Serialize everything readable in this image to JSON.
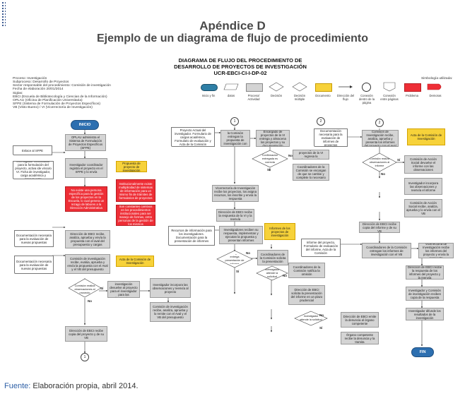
{
  "header": {
    "appendix": "Apéndice D",
    "subtitle": "Ejemplo de un diagrama de flujo de procedimiento"
  },
  "diagram": {
    "title_line1": "DIAGRAMA DE FLUJO DEL PROCEDIMIENTO DE",
    "title_line2": "DESARROLLO DE PROYECTOS DE INVESTIGACIÓN",
    "title_line3": "UCR-EBCI-CI-I-DP-02",
    "meta": {
      "l1": "Proceso: Investigación",
      "l2": "Subproceso: Desarrollo de Proyectos",
      "l3": "Sector responsable del procedimiento: Comisión de investigación",
      "l4": "Fecha de elaboración 20/01/2014",
      "l5": "Siglas:",
      "l6": "EBCI (Escuela de Bibliotecología y Ciencias de la Información)",
      "l7": "OPLAU (Oficina de Planificación Universitaria)",
      "l8": "SFPE (Sistema de Formulación de Proyectos Específicos)",
      "l9": "VB (Visto Bueno) / VI (Vicerrectoría de Investigación)"
    },
    "legend": {
      "title": "Simbología utilizada:",
      "i1": "Inicio y fin",
      "i2": "datos",
      "i3": "Proceso/ Actividad",
      "i4": "Decisión",
      "i5": "Decisión múltiple",
      "i6": "Documento",
      "i7": "Dirección del flujo",
      "i8": "Conexión dentro de la página",
      "i9": "Conexión entre páginas",
      "i10": "Problema",
      "i11": "Demoras"
    },
    "nodes": {
      "inicio": "INICIO",
      "fin": "FIN",
      "c1a": "1",
      "c1b": "1",
      "c2a": "2",
      "c2b": "2",
      "n1": "OPLAU administra el Sistema de Formulación de Proyectos Específicos (SFPE)",
      "d1": "Enlace al SFPE",
      "d2": "Investigador coordinador para la formulación del proyecto, activa ide vinculo VI. Ficha de investigador, carga académica y presupuesto",
      "n2": "Investigador coordinador registra el proyecto en el SFPE y lo envía",
      "y1": "Propuesta de proyecto de investigación",
      "r1": "No existe una persona específica para la gestión de los proyectos en la Escuela, lo cual genera un rezago de labores a la Dirección Administrativa",
      "r2": "Institucionalmente existe multiplicidad de sistemas de información para un mismo fin de trámites de formularios de proyectos",
      "r3": "Son constantes cambios en los procedimientos institucionales para ser manejo de formas, entre personas de la gestión de los mismos",
      "d3": "Documentación necesaria para la evaluación de nuevas propuestas",
      "n3": "Dirección de EBCI recibe, analiza, aprueba y envía la propuesta con el aval del presupuesto y cargas",
      "d4": "Documentación necesaria para la evaluación de nuevas propuestas",
      "n4": "Comisión de investigación recibe, evalúa, aprueba y envía la propuesta con el Aval y el VB del presupuesto",
      "y2": "Acta de la Comisión de Investigación",
      "dec1": "Comisión realiza observaciones al proyecto",
      "n5": "Comisión de investigación devuelve al proyecto para el investigador para las observaciones",
      "n6": "Investigador incorpora las observaciones y reenvía al proyecto",
      "n7": "Comisión de investigación recibe, analiza, aprueba y lo remite con el Aval y el VB del presupuesto",
      "n8": "Dirección de EBCI recibe copia del proyecto y de su VB",
      "d5": "Proyecto Actual del investigador. Formulario de cargas académica, Formulario de evaluación y Acta de la Comisión",
      "n9": "Coordinadores de la Comisión entregan la propuesta de investigación con el VB",
      "n10": "Encargado de proyectos de la VI entrega y almacena los proyectos y su documentación",
      "dec2": "Confirmación entregada es correcta",
      "n11": "Encargado de proyectos de la VI regresa la documentación",
      "n12": "Coordinadores de la Comisión se encargan de que se cambie y complete lo necesario",
      "n13": "Vicerrectoría de Investigación recibe los proyectos, los asigna recursos, los inscribe y envía la respuesta",
      "n14": "Dirección de EBCI recibe la respuesta de la VI y la reenvía",
      "d6": "Recursos de información para los investigadores. Documentación para la presentación de informes",
      "n15": "Investigadores reciben su respuesta, implementan y ejecutan la propuesta y presentan informes",
      "y3": "Informes de los proyectos de investigación",
      "dec3": "Investigador entrega presentación de informe",
      "n16": "Coordinadores de la Comisión solicita la presentación",
      "dec4": "Investigador atiende la solicitud",
      "n17": "Coordinadores de la Comisión notifica la omisión",
      "n18": "Dirección de EBCI solicita la presentación del informe en un plazo prudencial",
      "dec5": "Investigador atiende la solicitud",
      "n19": "Dirección de EBCI emite la denuncia al órgano competente",
      "n20": "Órgano competente recibe la denuncia y la tramita",
      "d7": "Documentación necesaria para la evaluación de informes de proyectos",
      "n21": "Comisión de Investigación recibe, analiza, aprueba y presenta los informes del proyecto con el Aval",
      "y4": "Acta de la Comisión de Investigación",
      "dec6": "Comisión realiza observaciones al informe",
      "n22": "Comisión de Acción Social devuelve el informe con las observaciones",
      "n23": "Investigador incorpora las observaciones y reenvía el informe",
      "n24": "Comisión de Acción Social recibe, analiza, aprueba y lo envía con el VB",
      "n25": "Dirección de EBCI recibe copia del informe y de su VB",
      "d8": "Informe del proyecto, Formulario de evaluación del informe, Acta de la Comisión",
      "n26": "Coordinadores de la Comisión entregan los informes de investigación con el VB",
      "n27": "Vicerrectoría de Investigación recibe los informes del proyecto y envía la respuesta",
      "n28": "Dirección de EBCI recibe la respuesta de los informes del proyecto y la reenvía",
      "n29": "Investigador y Comisión de investigación reciben copia de la respuesta",
      "n30": "Investigador difunde los resultados de la investigación",
      "si": "Sí",
      "no": "No"
    }
  },
  "footer": {
    "label": "Fuente:",
    "text": "Elaboración propia, abril 2014."
  }
}
